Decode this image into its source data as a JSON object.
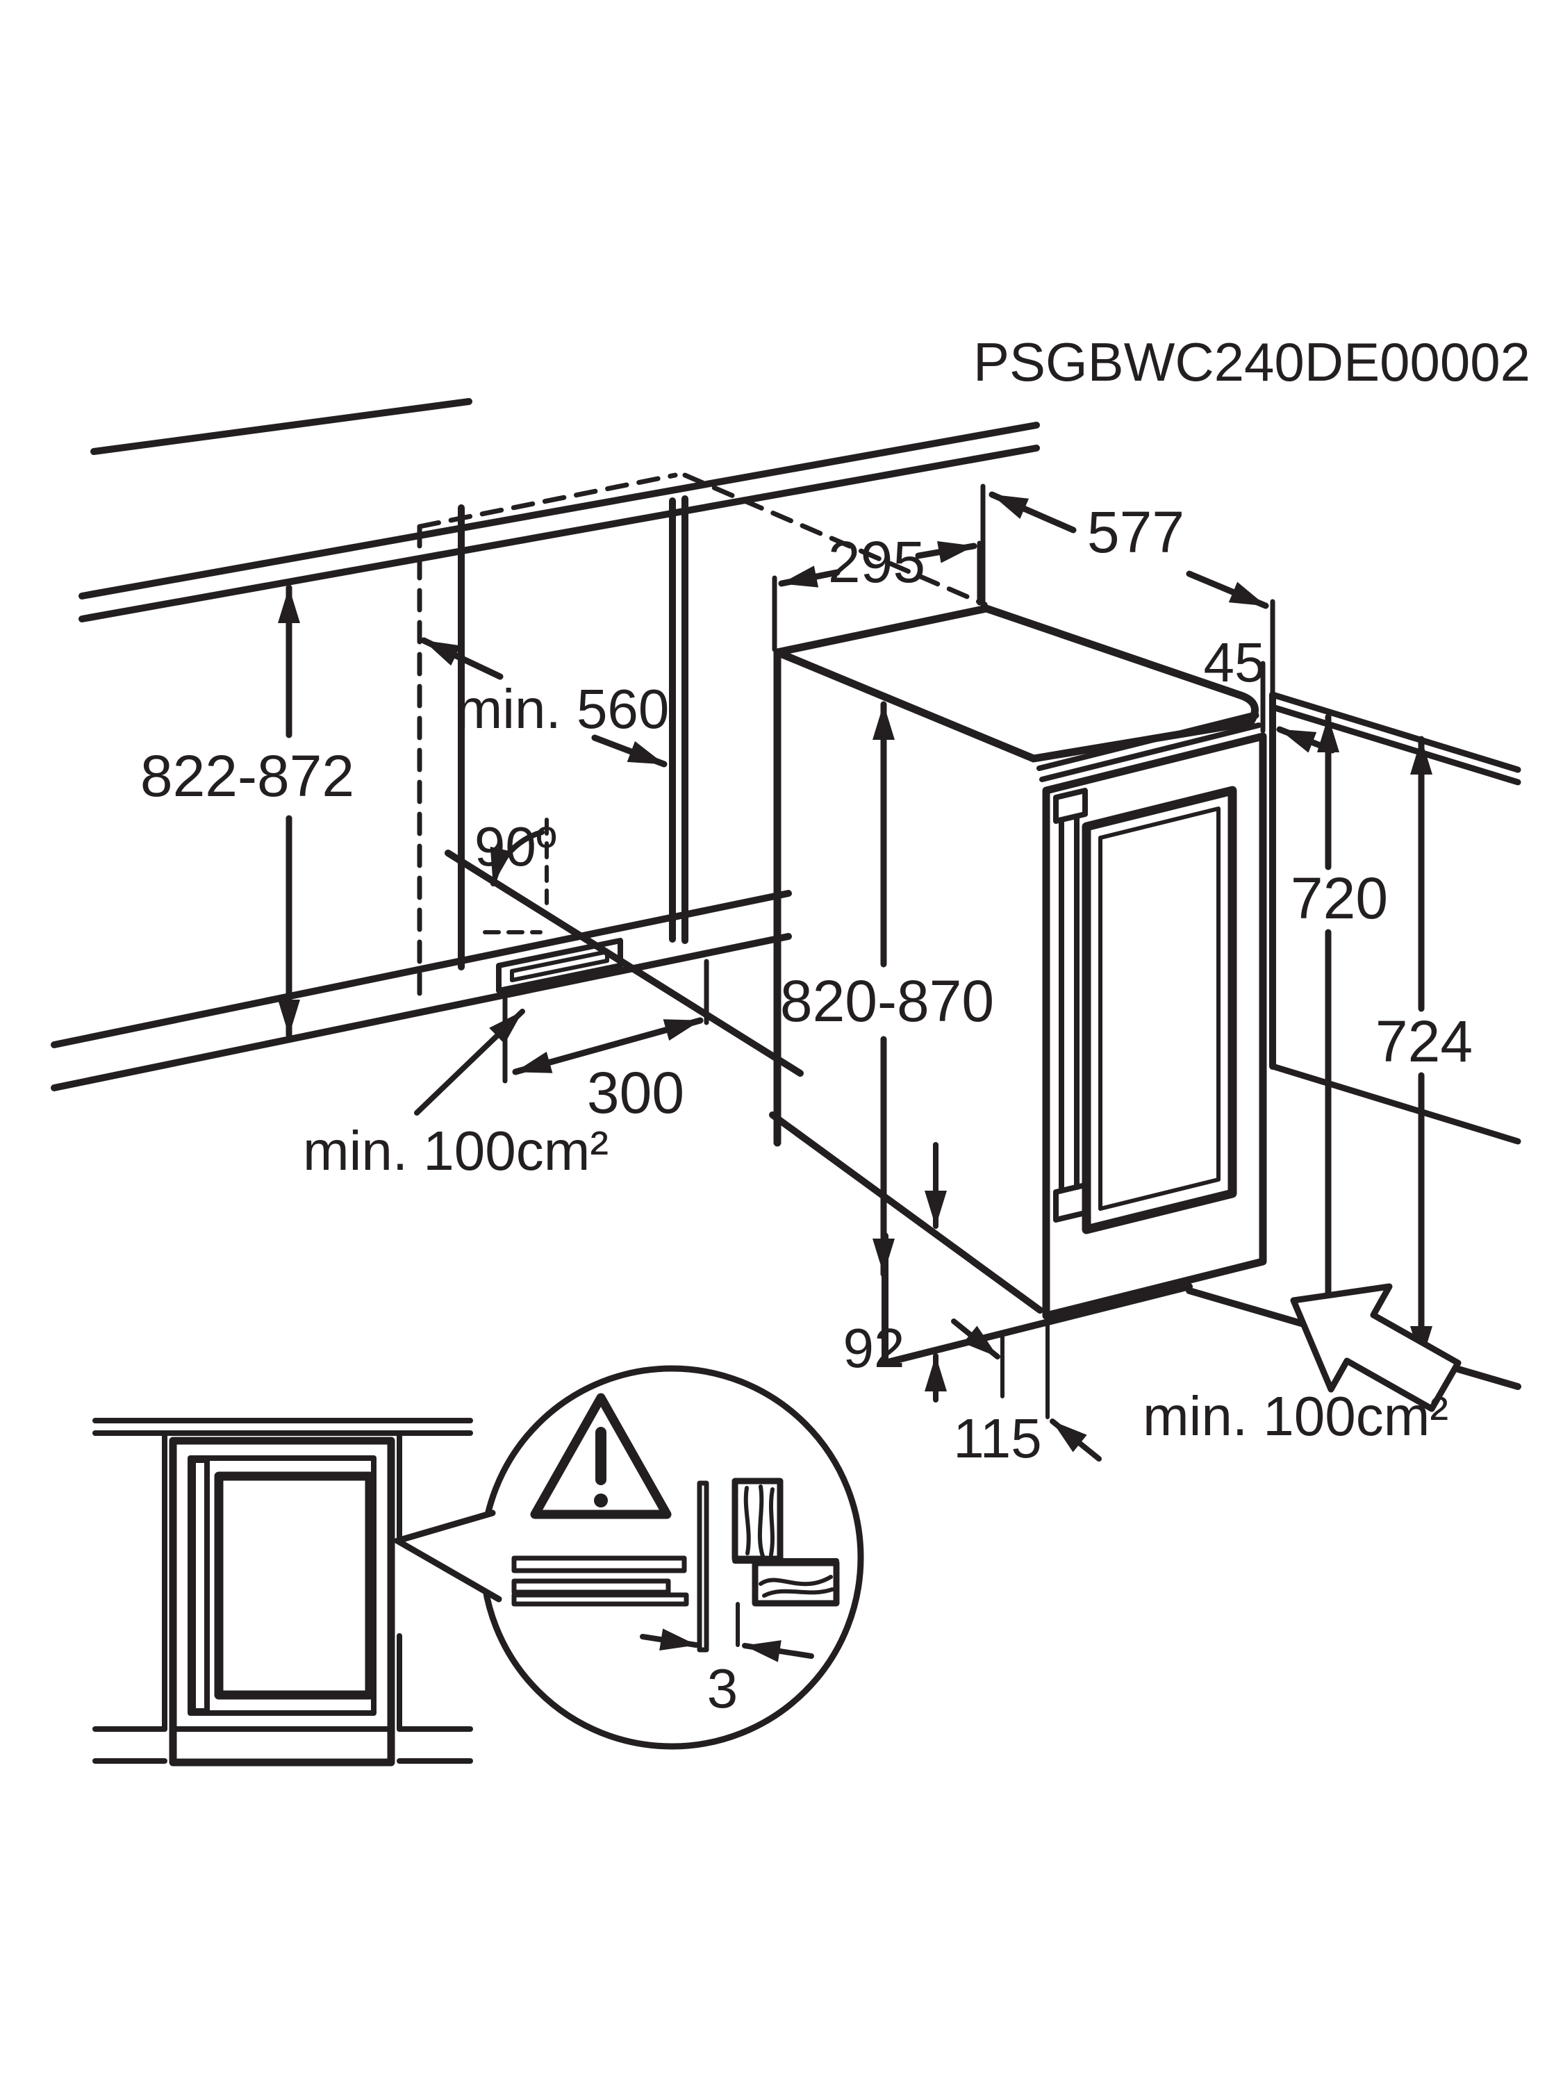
{
  "title": "PSGBWC240DE00002",
  "labels": {
    "title": "PSGBWC240DE00002",
    "niche_height": "822-872",
    "niche_depth": "min. 560",
    "door_angle": "90º",
    "top_width": "295",
    "top_depth": "577",
    "rear_gap": "45",
    "appliance_height": "820-870",
    "door_height": "720",
    "side_height": "724",
    "vent_width": "300",
    "vent_area_left": "min. 100cm²",
    "plinth_height": "92",
    "plinth_recess": "115",
    "vent_area_right": "min. 100cm²",
    "side_gap": "3"
  },
  "dimensions_mm": {
    "niche_height_range": "822-872",
    "niche_depth_min": "min. 560",
    "door_opening_angle": "90º",
    "top_width": "295",
    "top_depth": "577",
    "rear_gap": "45",
    "appliance_height_range": "820-870",
    "door_height": "720",
    "side_panel_height": "724",
    "plinth_vent_cutout_width": "300",
    "plinth_vent_area_min": "min. 100cm²",
    "plinth_height": "92",
    "plinth_recess_depth": "115",
    "rear_vent_area_min": "min. 100cm²",
    "furniture_side_gap": "3"
  }
}
